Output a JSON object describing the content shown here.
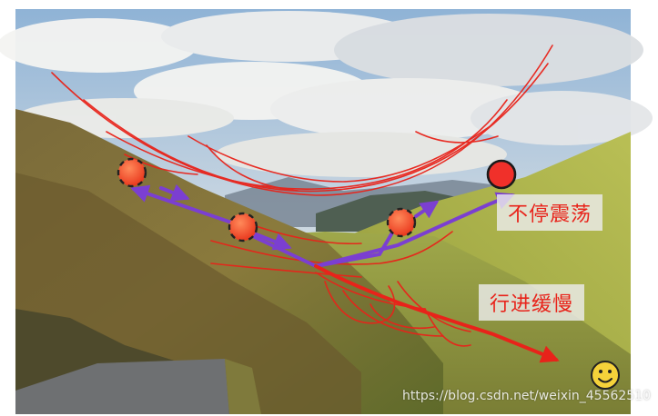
{
  "labels": {
    "oscillation": "不停震荡",
    "slow_progress": "行进缓慢"
  },
  "watermark": "https://blog.csdn.net/weixin_45562510",
  "icons": {
    "smiley": "smiley-icon"
  },
  "colors": {
    "annotation_red": "#e8231a",
    "annotation_purple": "#7b3fd1",
    "ball_fill": "#f0442a"
  }
}
